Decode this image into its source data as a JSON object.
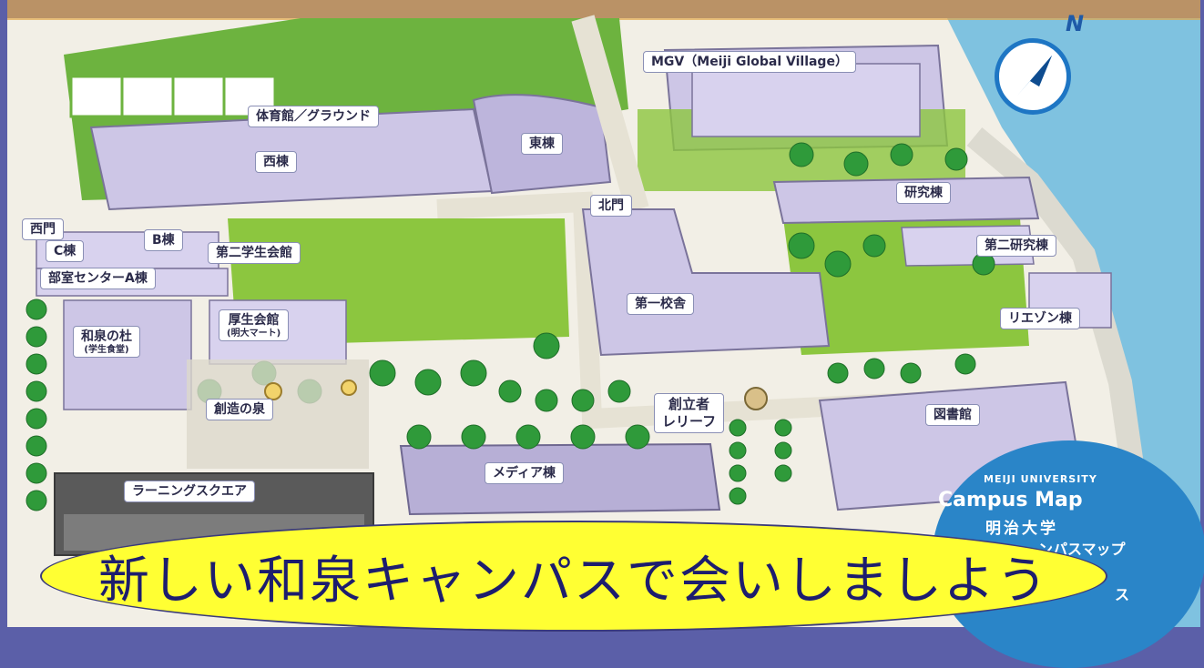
{
  "map": {
    "labels": {
      "mgv": "MGV（Meiji Global Village）",
      "gym": "体育館／グラウンド",
      "east": "東棟",
      "west": "西棟",
      "north_gate": "北門",
      "research": "研究棟",
      "west_gate": "西門",
      "c_bldg": "C棟",
      "b_bldg": "B棟",
      "second_student_hall": "第二学生会館",
      "second_research": "第二研究棟",
      "club_center": "部室センターA棟",
      "first_school": "第一校舎",
      "welfare_hall": "厚生会館",
      "welfare_sub": "(明大マート)",
      "liaison": "リエゾン棟",
      "izumi_mori": "和泉の杜",
      "izumi_mori_sub": "(学生食堂)",
      "fountain": "創造の泉",
      "founder": "創立者",
      "founder_sub": "レリーフ",
      "library": "図書館",
      "media": "メディア棟",
      "learning_square": "ラーニングスクエア"
    },
    "compass_label": "N",
    "badge": {
      "line1": "MEIJI UNIVERSITY",
      "line2": "Campus Map",
      "line3": "明治大学",
      "line4": "ンパスマップ",
      "line5": "ス"
    },
    "colors": {
      "lawn": "#8cc63f",
      "building": "#cdc6e6",
      "tree": "#2f9a3a",
      "path": "#eeeae0",
      "water": "#7fc2e0",
      "badge": "#2a85c8",
      "banner": "#ffff33"
    }
  },
  "banner": {
    "text": "新しい和泉キャンパスで会いしましよう"
  }
}
